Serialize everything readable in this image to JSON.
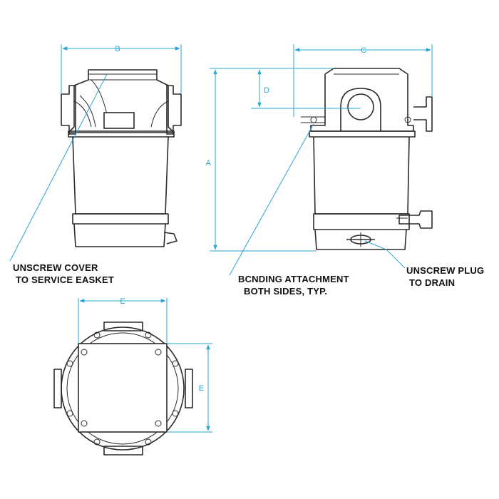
{
  "dimensions": {
    "a": "A",
    "b": "B",
    "c": "C",
    "d": "D",
    "e_top": "E",
    "e_side": "E"
  },
  "notes": {
    "unscrew_cover": [
      "UNSCREW COVER",
      "TO SERVICE EASKET"
    ],
    "bonding": [
      "BCNDING ATTACHMENT",
      "BOTH SIDES, TYP."
    ],
    "unscrew_plug": [
      "UNSCREW PLUG",
      "TO DRAIN"
    ]
  },
  "colors": {
    "dimension": "#2aa6d6",
    "linework": "#2b2b2b"
  }
}
